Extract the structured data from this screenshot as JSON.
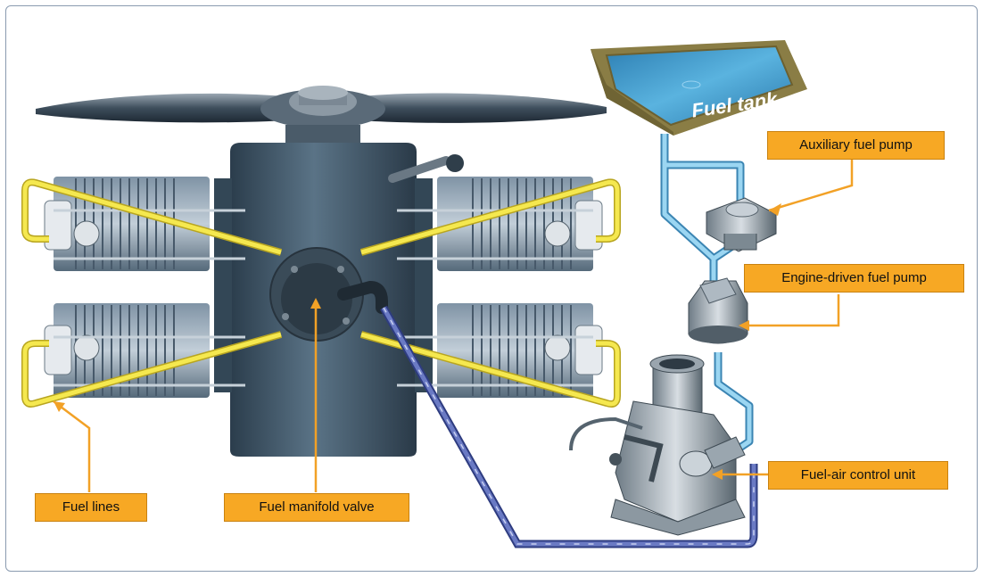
{
  "labels": {
    "fuel_tank": "Fuel tank",
    "auxiliary_fuel_pump": "Auxiliary fuel pump",
    "engine_driven_fuel_pump": "Engine-driven fuel pump",
    "fuel_air_control_unit": "Fuel-air control unit",
    "fuel_lines": "Fuel lines",
    "fuel_manifold_valve": "Fuel manifold valve"
  },
  "colors": {
    "callout_fill": "#f7a824",
    "fuel_line_supply": "#8fd0ef",
    "fuel_line_metered": "#5565b0",
    "injector_lines": "#f2e24c",
    "engine_body": "#3d5466",
    "tank_body": "#8a7d45",
    "fuel_water": "#3f9fd0"
  }
}
